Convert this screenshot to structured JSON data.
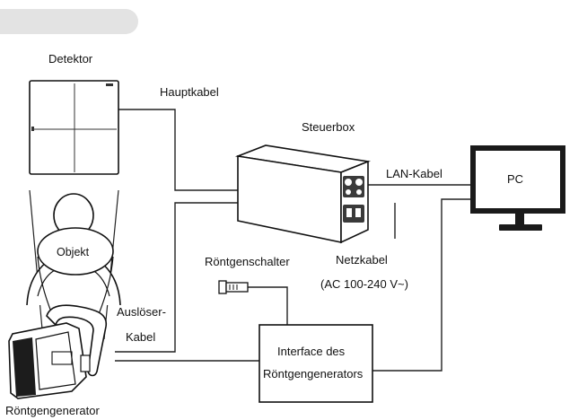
{
  "header_tab": "",
  "labels": {
    "detector": "Detektor",
    "main_cable": "Hauptkabel",
    "control_box": "Steuerbox",
    "lan_cable": "LAN-Kabel",
    "pc": "PC",
    "object": "Objekt",
    "xray_switch": "Röntgenschalter",
    "power_cable": "Netzkabel",
    "power_spec": "(AC 100-240 V~)",
    "trigger_cable_1": "Auslöser-",
    "trigger_cable_2": "Kabel",
    "interface_1": "Interface des",
    "interface_2": "Röntgengenerators",
    "generator": "Röntgengenerator"
  },
  "colors": {
    "line": "#222222",
    "tab": "#e3e3e3",
    "monitor_frame": "#1a1a1a",
    "box_panel": "#3a3a3a"
  }
}
